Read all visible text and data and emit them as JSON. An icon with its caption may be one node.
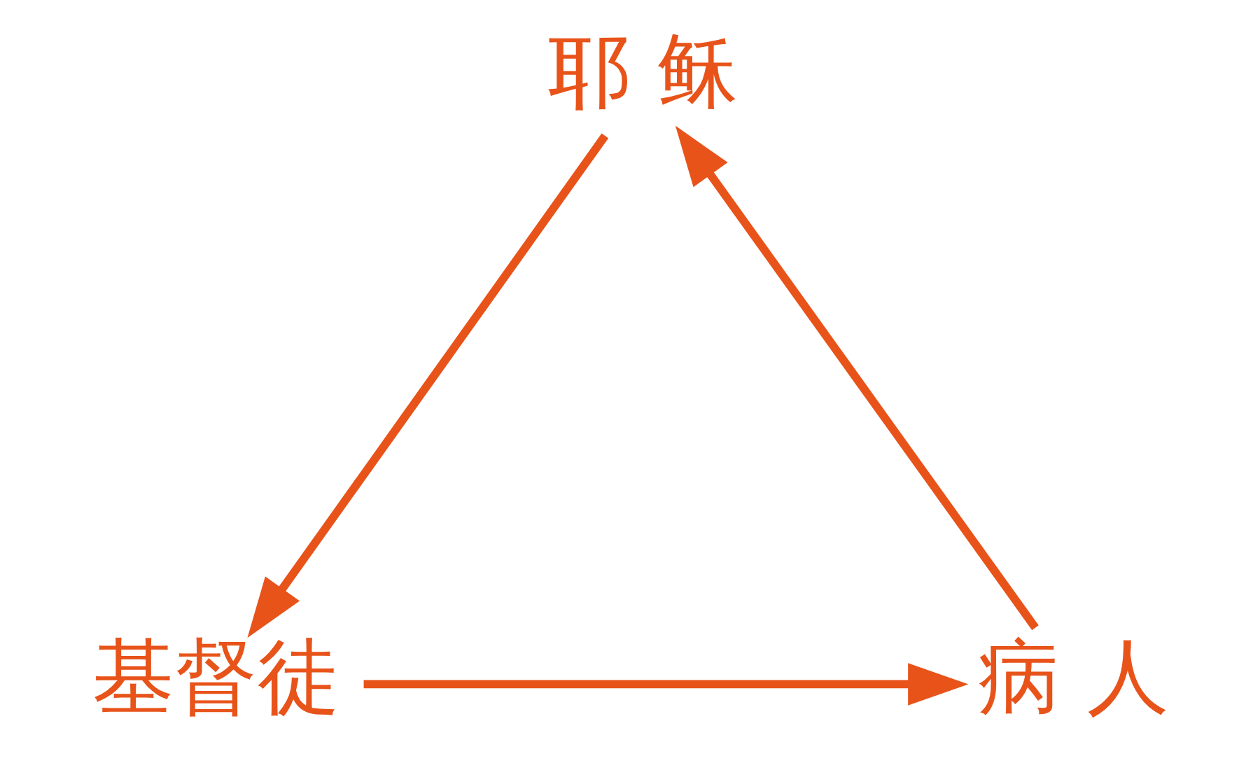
{
  "diagram": {
    "nodes": [
      {
        "text": [
          "耶 稣"
        ]
      },
      {
        "text": [
          "基督徒"
        ]
      },
      {
        "text": [
          "病 人"
        ]
      }
    ],
    "edges": [
      {
        "from": 0,
        "to": 1,
        "arrow": "to",
        "color": "#e8531a"
      },
      {
        "from": 1,
        "to": 2,
        "arrow": "to",
        "color": "#e8531a"
      },
      {
        "from": 2,
        "to": 0,
        "arrow": "to",
        "color": "#e8531a"
      }
    ]
  }
}
